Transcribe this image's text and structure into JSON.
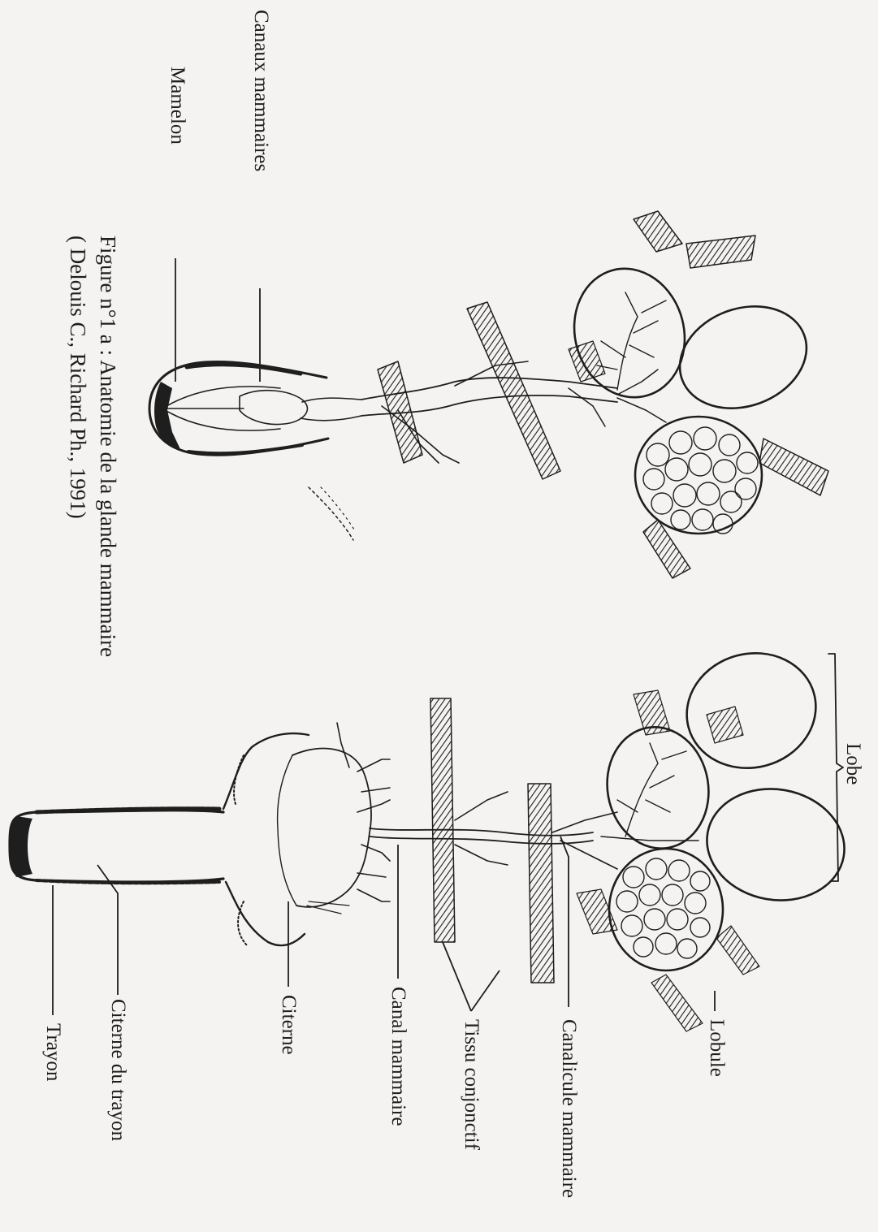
{
  "labels": {
    "canaux_mammaires": "Canaux mammaires",
    "mamelon": "Mamelon",
    "lobe": "Lobe",
    "lobule": "Lobule",
    "canalicule_mammaire": "Canalicule mammaire",
    "tissu_conjonctif": "Tissu conjonctif",
    "canal_mammaire": "Canal mammaire",
    "citerne": "Citerne",
    "citerne_du_trayon": "Citerne du trayon",
    "trayon": "Trayon"
  },
  "caption": {
    "line1": "Figure n°1 a : Anatomie de la glande mammaire",
    "line2": "( Delouis C., Richard Ph., 1991)"
  }
}
